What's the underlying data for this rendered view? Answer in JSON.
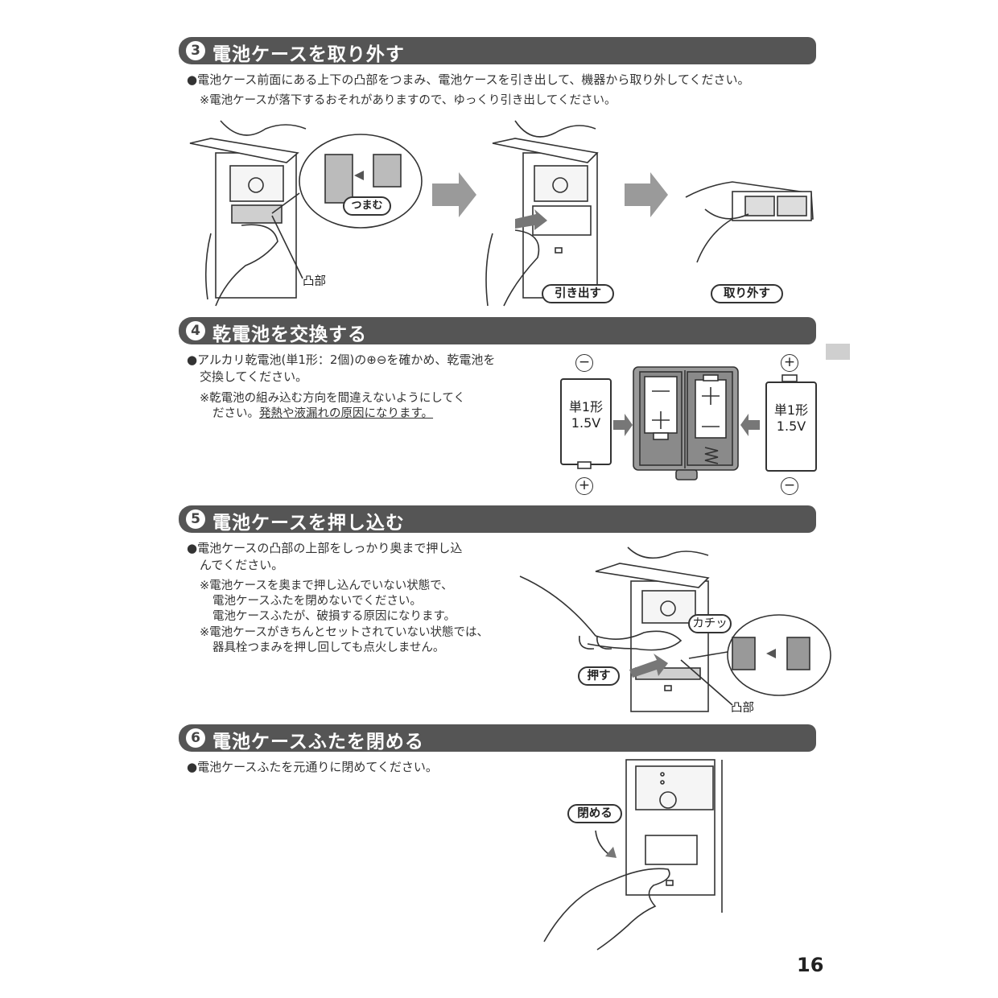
{
  "sections": [
    {
      "num": "3",
      "title": "電池ケースを取り外す"
    },
    {
      "num": "4",
      "title": "乾電池を交換する"
    },
    {
      "num": "5",
      "title": "電池ケースを押し込む"
    },
    {
      "num": "6",
      "title": "電池ケースふたを閉める"
    }
  ],
  "s3": {
    "line1": "●電池ケース前面にある上下の凸部をつまみ、電池ケースを引き出して、機器から取り外してください。",
    "note1": "※電池ケースが落下するおそれがありますので、ゆっくり引き出してください。",
    "pinch_label": "つまむ",
    "boss_label": "凸部",
    "pull_label": "引き出す",
    "remove_label": "取り外す"
  },
  "s4": {
    "line1": "●アルカリ乾電池(単1形：2個)の⊕⊖を確かめ、乾電池を",
    "line2": "交換してください。",
    "note1": "※乾電池の組み込む方向を間違えないようにしてく",
    "note2a": "ださい。",
    "note2b": "発熱や液漏れの原因になります。",
    "battery_type": "単1形",
    "battery_voltage": "1.5V",
    "plus": "+",
    "minus": "−"
  },
  "s5": {
    "line1": "●電池ケースの凸部の上部をしっかり奥まで押し込",
    "line2": "んでください。",
    "note1": "※電池ケースを奥まで押し込んでいない状態で、",
    "note2": "電池ケースふたを閉めないでください。",
    "note3": "電池ケースふたが、破損する原因になります。",
    "note4": "※電池ケースがきちんとセットされていない状態では、",
    "note5": "器具栓つまみを押し回しても点火しません。",
    "click_label": "カチッ",
    "push_label": "押す",
    "boss_label": "凸部"
  },
  "s6": {
    "line1": "●電池ケースふたを元通りに閉めてください。",
    "close_label": "閉める"
  },
  "page_number": "16"
}
